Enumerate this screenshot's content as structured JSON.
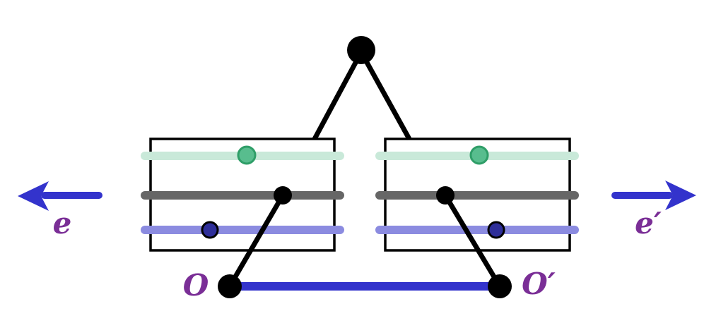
{
  "labels": {
    "origin_left": "O",
    "origin_right": "O′",
    "edge_left": "e",
    "edge_right": "e′"
  },
  "colors": {
    "black": "#000000",
    "blue": "#3333cc",
    "purple": "#7a2e96",
    "mint": "#c9e9d9",
    "gray": "#666666",
    "lavender": "#8b8be0",
    "green_dot_fill": "#58bd8e",
    "green_dot_stroke": "#2f9e68",
    "navy_dot_fill": "#2e2e99",
    "background": "#ffffff"
  }
}
